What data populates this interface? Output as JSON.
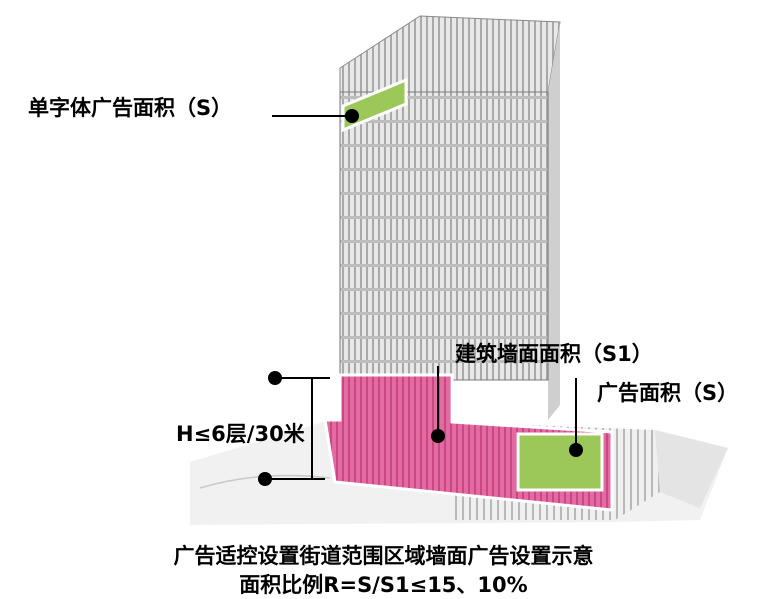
{
  "labels": {
    "single_char_ad_area": "单字体广告面积（S）",
    "building_wall_area": "建筑墙面面积（S1）",
    "ad_area": "广告面积（S）",
    "height_limit": "H≤6层/30米"
  },
  "caption": {
    "line1": "广告适控设置街道范围区域墙面广告设置示意",
    "line2": "面积比例R=S/S1≤15、10%"
  },
  "colors": {
    "wall_highlight": "#e0609a",
    "ad_highlight": "#9cc85a",
    "building_gray": "#d8d8d8"
  }
}
